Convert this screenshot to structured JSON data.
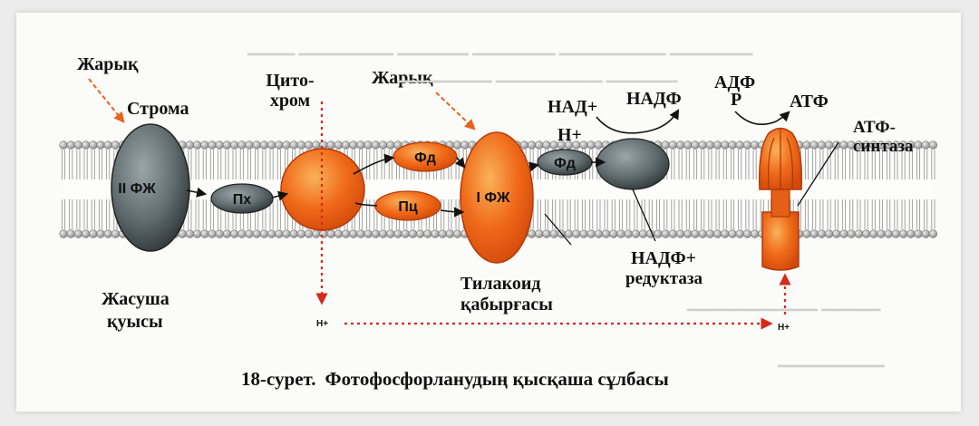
{
  "labels": {
    "light_left": "Жарық",
    "stroma": "Строма",
    "cyto_1": "Цито-",
    "cyto_2": "хром",
    "light_mid": "Жарық",
    "nad_plus": "НАД+",
    "nadf": "НАДФ",
    "adf": "АДФ",
    "p": "Р",
    "atf": "АТФ",
    "h_plus_top": "Н+",
    "atf_synthase_1": "АТФ-",
    "atf_synthase_2": "синтаза",
    "lumen_1": "Жасуша",
    "lumen_2": "қуысы",
    "thylakoid_1": "Тилакоид",
    "thylakoid_2": "қабырғасы",
    "reductase_1": "НАДФ+",
    "reductase_2": "редуктаза",
    "h_plus_left": "Н+",
    "h_plus_right": "Н+"
  },
  "molecules": {
    "ps2": "II ФЖ",
    "px": "Пх",
    "fd_upper": "Фд",
    "pc": "Пц",
    "ps1": "I ФЖ",
    "fd_lower": "Фд"
  },
  "caption": {
    "number": "18-сурет.",
    "text": "Фотофосфорланудың қысқаша сұлбасы"
  },
  "colors": {
    "orange": "#f06a1a",
    "orange_light": "#f7a24a",
    "gray_protein": "#5f6b6e",
    "dashed_arrow": "#d62a1a",
    "membrane_head": "#bdbdbd"
  }
}
